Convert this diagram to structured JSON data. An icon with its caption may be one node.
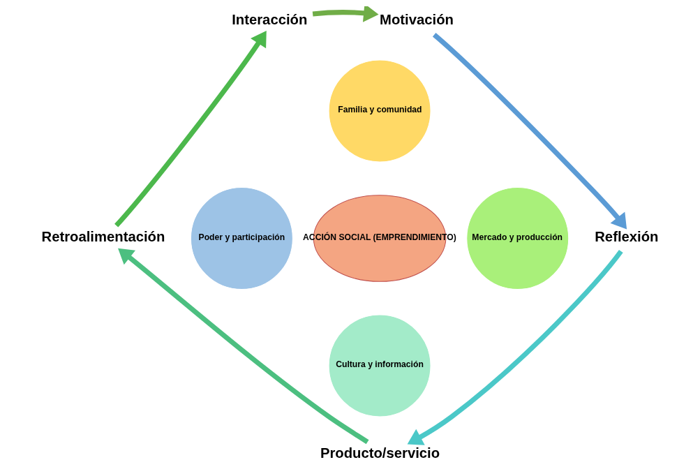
{
  "diagram": {
    "nodes": [
      {
        "text": [
          "Interacción"
        ]
      },
      {
        "text": [
          "Motivación"
        ]
      },
      {
        "text": [
          "Reflexión"
        ]
      },
      {
        "text": [
          "Producto/servicio"
        ]
      },
      {
        "text": [
          "Retroalimentación"
        ]
      },
      {
        "text": [
          "Familia y comunidad"
        ]
      },
      {
        "text": [
          "Poder y participación"
        ]
      },
      {
        "text": [
          "ACCIÓN SOCIAL (EMPRENDIMIENTO)"
        ]
      },
      {
        "text": [
          "Mercado y producción"
        ]
      },
      {
        "text": [
          "Cultura y información"
        ]
      }
    ],
    "edges": [
      {
        "from": 0,
        "to": 1,
        "arrow": "to",
        "color": "#70ad47"
      },
      {
        "from": 1,
        "to": 2,
        "arrow": "to",
        "color": "#5b9bd5"
      },
      {
        "from": 2,
        "to": 3,
        "arrow": "to",
        "color": "#4bc8c8"
      },
      {
        "from": 3,
        "to": 4,
        "arrow": "to",
        "color": "#4cbf80"
      },
      {
        "from": 4,
        "to": 0,
        "arrow": "to",
        "color": "#4cb84c"
      }
    ]
  }
}
